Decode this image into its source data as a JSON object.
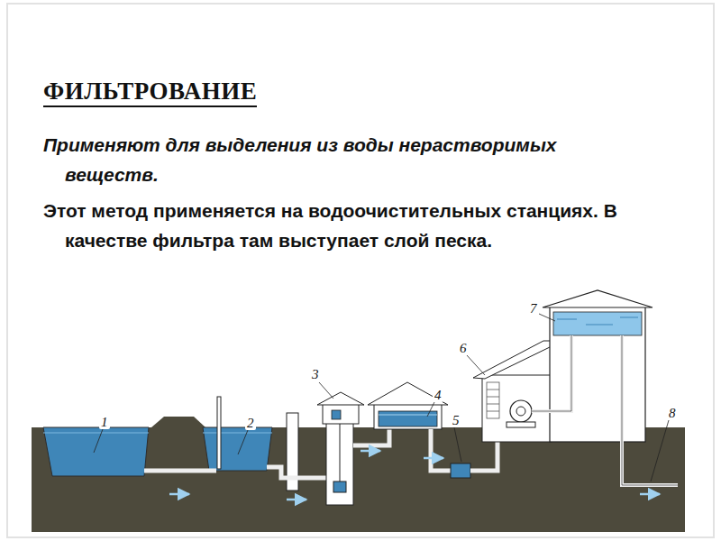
{
  "diagram": {
    "title": "ФИЛЬТРОВАНИЕ",
    "labels": [
      "Применяют для выделения из воды нерастворимых веществ.",
      "Этот метод применяется на водоочистительных станциях. В качестве фильтра там выступает слой песка.",
      "1",
      "2",
      "3",
      "4",
      "5",
      "6",
      "7",
      "8"
    ]
  }
}
